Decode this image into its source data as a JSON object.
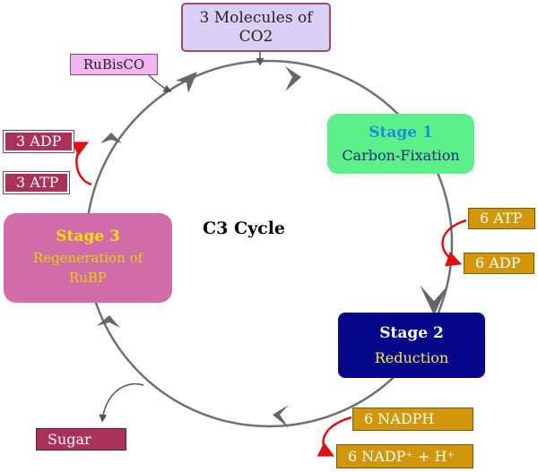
{
  "title": "C3 Cycle",
  "co2": {
    "line1": "3 Molecules of",
    "line2": "CO2"
  },
  "enzyme": "RuBisCO",
  "stages": [
    {
      "title": "Stage 1",
      "subtitle": "Carbon-Fixation"
    },
    {
      "title": "Stage 2",
      "subtitle": "Reduction"
    },
    {
      "title": "Stage 3",
      "subtitle_line1": "Regeneration of",
      "subtitle_line2": "RuBP"
    }
  ],
  "inputs_outputs": {
    "stage1_in": "6 ATP",
    "stage1_out": "6 ADP",
    "stage2_in": "6 NADPH",
    "stage2_out": "6 NADP⁺ + H⁺",
    "stage3_in": "3 ATP",
    "stage3_out": "3 ADP",
    "product": "Sugar"
  },
  "colors": {
    "cycle": "#707070",
    "red_arrow": "#e01010",
    "stage1": "#5df08a",
    "stage2": "#07078a",
    "stage3": "#d16ca8",
    "label_red": "#a8325a",
    "label_gold": "#d1960a"
  }
}
